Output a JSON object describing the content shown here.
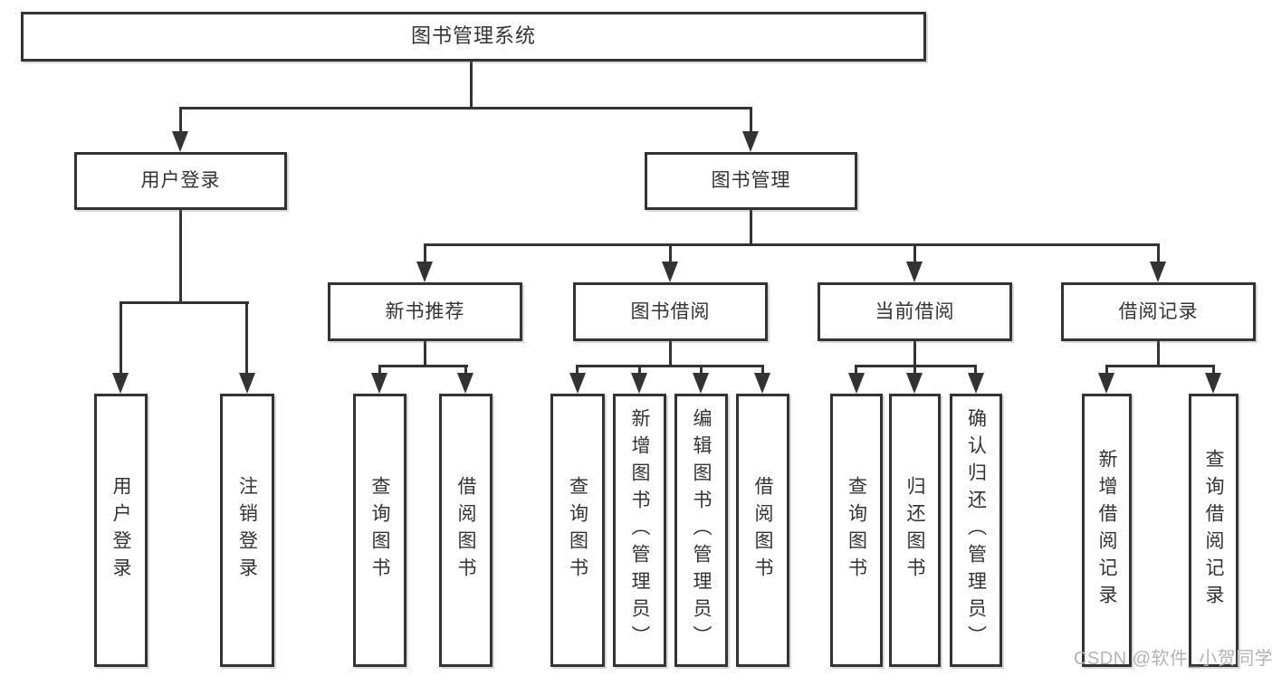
{
  "root": {
    "label": "图书管理系统"
  },
  "branches": [
    {
      "label": "用户登录",
      "leaves": [
        "用户登录",
        "注销登录"
      ]
    },
    {
      "label": "图书管理",
      "children": [
        {
          "label": "新书推荐",
          "leaves": [
            "查询图书",
            "借阅图书"
          ]
        },
        {
          "label": "图书借阅",
          "leaves": [
            "查询图书",
            "新增图书（管理员）",
            "编辑图书（管理员）",
            "借阅图书"
          ]
        },
        {
          "label": "当前借阅",
          "leaves": [
            "查询图书",
            "归还图书",
            "确认归还（管理员）"
          ]
        },
        {
          "label": "借阅记录",
          "leaves": [
            "新增借阅记录",
            "查询借阅记录"
          ]
        }
      ]
    }
  ],
  "watermark": {
    "text": "CSDN @软件_小贺同学"
  },
  "colors": {
    "line": "#333333",
    "text": "#333333",
    "background": "#ffffff",
    "watermark": "#b4b4b4"
  }
}
